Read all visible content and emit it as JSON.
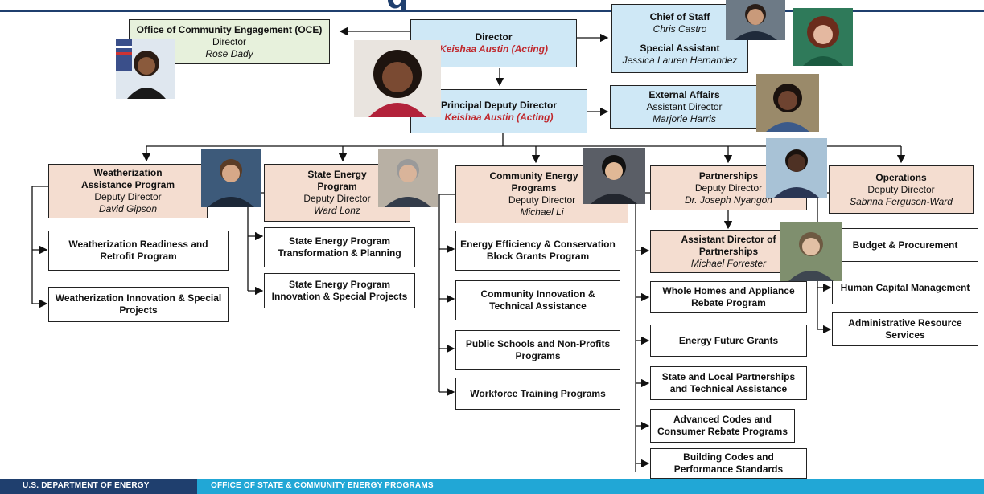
{
  "header": {
    "title_fragment": "g"
  },
  "oce": {
    "title": "Office of Community Engagement (OCE)",
    "role": "Director",
    "name": "Rose Dady"
  },
  "director": {
    "title": "Director",
    "name": "Keishaa Austin (Acting)"
  },
  "chief": {
    "title": "Chief of Staff",
    "name": "Chris Castro",
    "title2": "Special Assistant",
    "name2": "Jessica Lauren Hernandez"
  },
  "pdd": {
    "title": "Principal Deputy Director",
    "name": "Keishaa Austin (Acting)"
  },
  "external": {
    "title": "External Affairs",
    "role": "Assistant Director",
    "name": "Marjorie Harris"
  },
  "wap": {
    "title": "Weatherization Assistance Program",
    "role": "Deputy Director",
    "name": "David Gipson"
  },
  "sep": {
    "title": "State Energy Program",
    "role": "Deputy Director",
    "name": "Ward Lonz"
  },
  "cep": {
    "title": "Community Energy Programs",
    "role": "Deputy Director",
    "name": "Michael Li"
  },
  "partnerships": {
    "title": "Partnerships",
    "role": "Deputy Director",
    "name": "Dr. Joseph Nyangon"
  },
  "operations": {
    "title": "Operations",
    "role": "Deputy Director",
    "name": "Sabrina Ferguson-Ward"
  },
  "adp": {
    "title": "Assistant Director of Partnerships",
    "name": "Michael Forrester"
  },
  "wap_units": [
    "Weatherization Readiness and Retrofit Program",
    "Weatherization Innovation & Special Projects"
  ],
  "sep_units": [
    "State Energy Program Transformation & Planning",
    "State Energy Program Innovation & Special Projects"
  ],
  "cep_units": [
    "Energy Efficiency & Conservation Block Grants Program",
    "Community Innovation & Technical Assistance",
    "Public Schools and Non-Profits Programs",
    "Workforce Training Programs"
  ],
  "partner_units": [
    "Whole Homes and Appliance Rebate Program",
    "Energy Future Grants",
    "State and Local Partnerships and Technical Assistance",
    "Advanced Codes and Consumer Rebate Programs",
    "Building Codes and Performance Standards"
  ],
  "ops_units": [
    "Budget & Procurement",
    "Human Capital Management",
    "Administrative Resource Services"
  ],
  "footer": {
    "left": "U.S. DEPARTMENT OF ENERGY",
    "right": "OFFICE OF STATE & COMMUNITY ENERGY PROGRAMS"
  },
  "colors": {
    "navy": "#1f3f6e",
    "blue_box": "#cfe8f6",
    "green_box": "#e7f1dc",
    "tan_box": "#f4ddd0",
    "acting_red": "#c0282d",
    "footer_cyan": "#21a7d6"
  },
  "photos": [
    "portrait-rose-dady",
    "portrait-keishaa-austin",
    "portrait-chris-castro",
    "portrait-jessica-hernandez",
    "portrait-marjorie-harris",
    "portrait-david-gipson",
    "portrait-ward-lonz",
    "portrait-michael-li",
    "portrait-joseph-nyangon",
    "portrait-michael-forrester"
  ]
}
